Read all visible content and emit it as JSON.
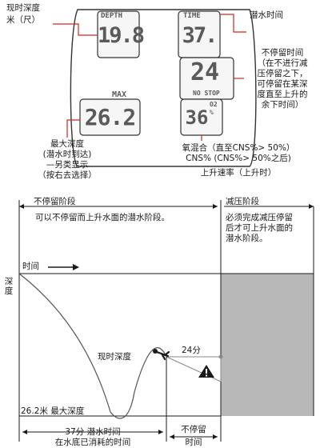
{
  "computer": {
    "current_depth_label": [
      "现时深度",
      "米（尺）"
    ],
    "depth_tag": "DEPTH",
    "depth_value": "19.8",
    "time_tag": "TIME",
    "time_value": "37.",
    "dive_time_label": "潜水时间",
    "nostop_value": "24",
    "nostop_tag": "NO STOP",
    "nostop_label": [
      "不停留时间",
      "（在不进行减",
      "压停留之下，",
      "可停留在某深",
      "度直至上升的",
      "余下时间）"
    ],
    "max_tag": "MAX",
    "max_value": "26.2",
    "max_label": [
      "最大深度",
      "(潜水时到达)",
      "—另类显示",
      "（按右去选择）"
    ],
    "o2_value": "36",
    "o2_unit": "O2 %",
    "o2_label": [
      "氧混合（直至CNS%> 50%）",
      "CNS% (CNS%> 50%之后)"
    ],
    "ascent_label": "上升速率（上升时）"
  },
  "profile": {
    "nostop_phase_title": "不停留阶段",
    "nostop_phase_desc": "可以不停留而上升水面的潜水阶段。",
    "deco_phase_title": "减压阶段",
    "deco_phase_desc": [
      "必须完成减压停留",
      "后才可上升水面的",
      "潜水阶段。"
    ],
    "time_axis": "时间",
    "depth_axis": "深度",
    "current_depth": "现时深度",
    "ndl_marker": "24分",
    "max_depth": "26.2米 最大深度",
    "dive_time_bottom": [
      "37分 潜水时间",
      "在水底已消耗的时间"
    ],
    "nostop_time_bottom": [
      "不停留",
      "时间"
    ]
  },
  "colors": {
    "deco_zone": "#b8b8b8",
    "line": "#1a1a1a",
    "lcd_text": "#5a5a5a",
    "lcd_face": "#f6f6f6"
  }
}
